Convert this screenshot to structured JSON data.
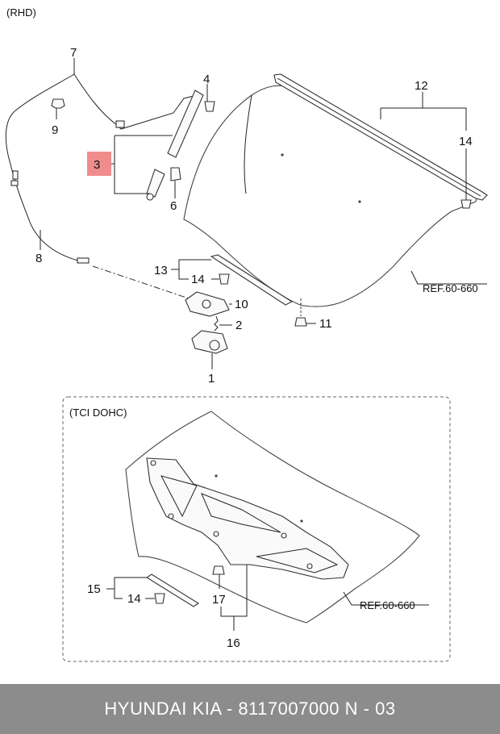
{
  "variant_top": "(RHD)",
  "variant_bottom": "(TCI DOHC)",
  "callouts": {
    "c1": "1",
    "c2": "2",
    "c3": "3",
    "c4": "4",
    "c6": "6",
    "c7": "7",
    "c8": "8",
    "c9": "9",
    "c10": "10",
    "c11": "11",
    "c12": "12",
    "c13": "13",
    "c14a": "14",
    "c14b": "14",
    "c14c": "14",
    "c15": "15",
    "c16": "16",
    "c17": "17"
  },
  "refs": {
    "top": "REF.60-660",
    "bottom": "REF.60-660"
  },
  "footer": {
    "text": "HYUNDAI  KIA - 8117007000     N - 03"
  },
  "colors": {
    "highlight": "#f08c8c",
    "footer_bg": "#8c8c8c"
  }
}
